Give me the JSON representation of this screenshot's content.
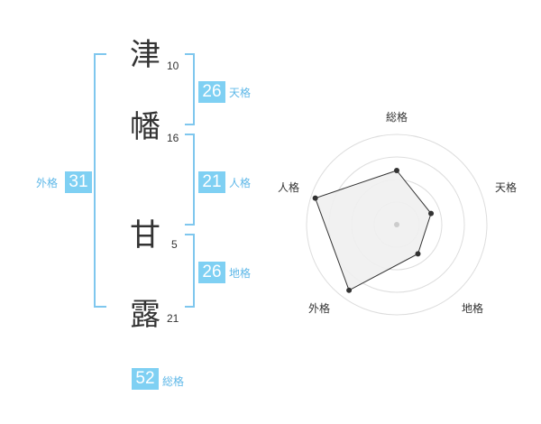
{
  "name": {
    "characters": [
      {
        "char": "津",
        "strokes": "10"
      },
      {
        "char": "幡",
        "strokes": "16"
      },
      {
        "char": "甘",
        "strokes": "5"
      },
      {
        "char": "露",
        "strokes": "21"
      }
    ]
  },
  "kaku": {
    "tenkaku": {
      "value": "26",
      "label": "天格"
    },
    "jinkaku": {
      "value": "21",
      "label": "人格"
    },
    "chikaku": {
      "value": "26",
      "label": "地格"
    },
    "gaikaku": {
      "value": "31",
      "label": "外格"
    },
    "soukaku": {
      "value": "52",
      "label": "総格"
    }
  },
  "colors": {
    "accent": "#7fd0f3",
    "accent_text": "#5fb8e8",
    "text": "#333333",
    "radar_fill": "#f0f0f0",
    "ring": "#dddddd"
  },
  "chart_data": {
    "type": "radar",
    "axes": [
      "総格",
      "天格",
      "地格",
      "外格",
      "人格"
    ],
    "values": [
      0.6,
      0.4,
      0.4,
      0.9,
      0.95
    ],
    "rings": 4
  }
}
